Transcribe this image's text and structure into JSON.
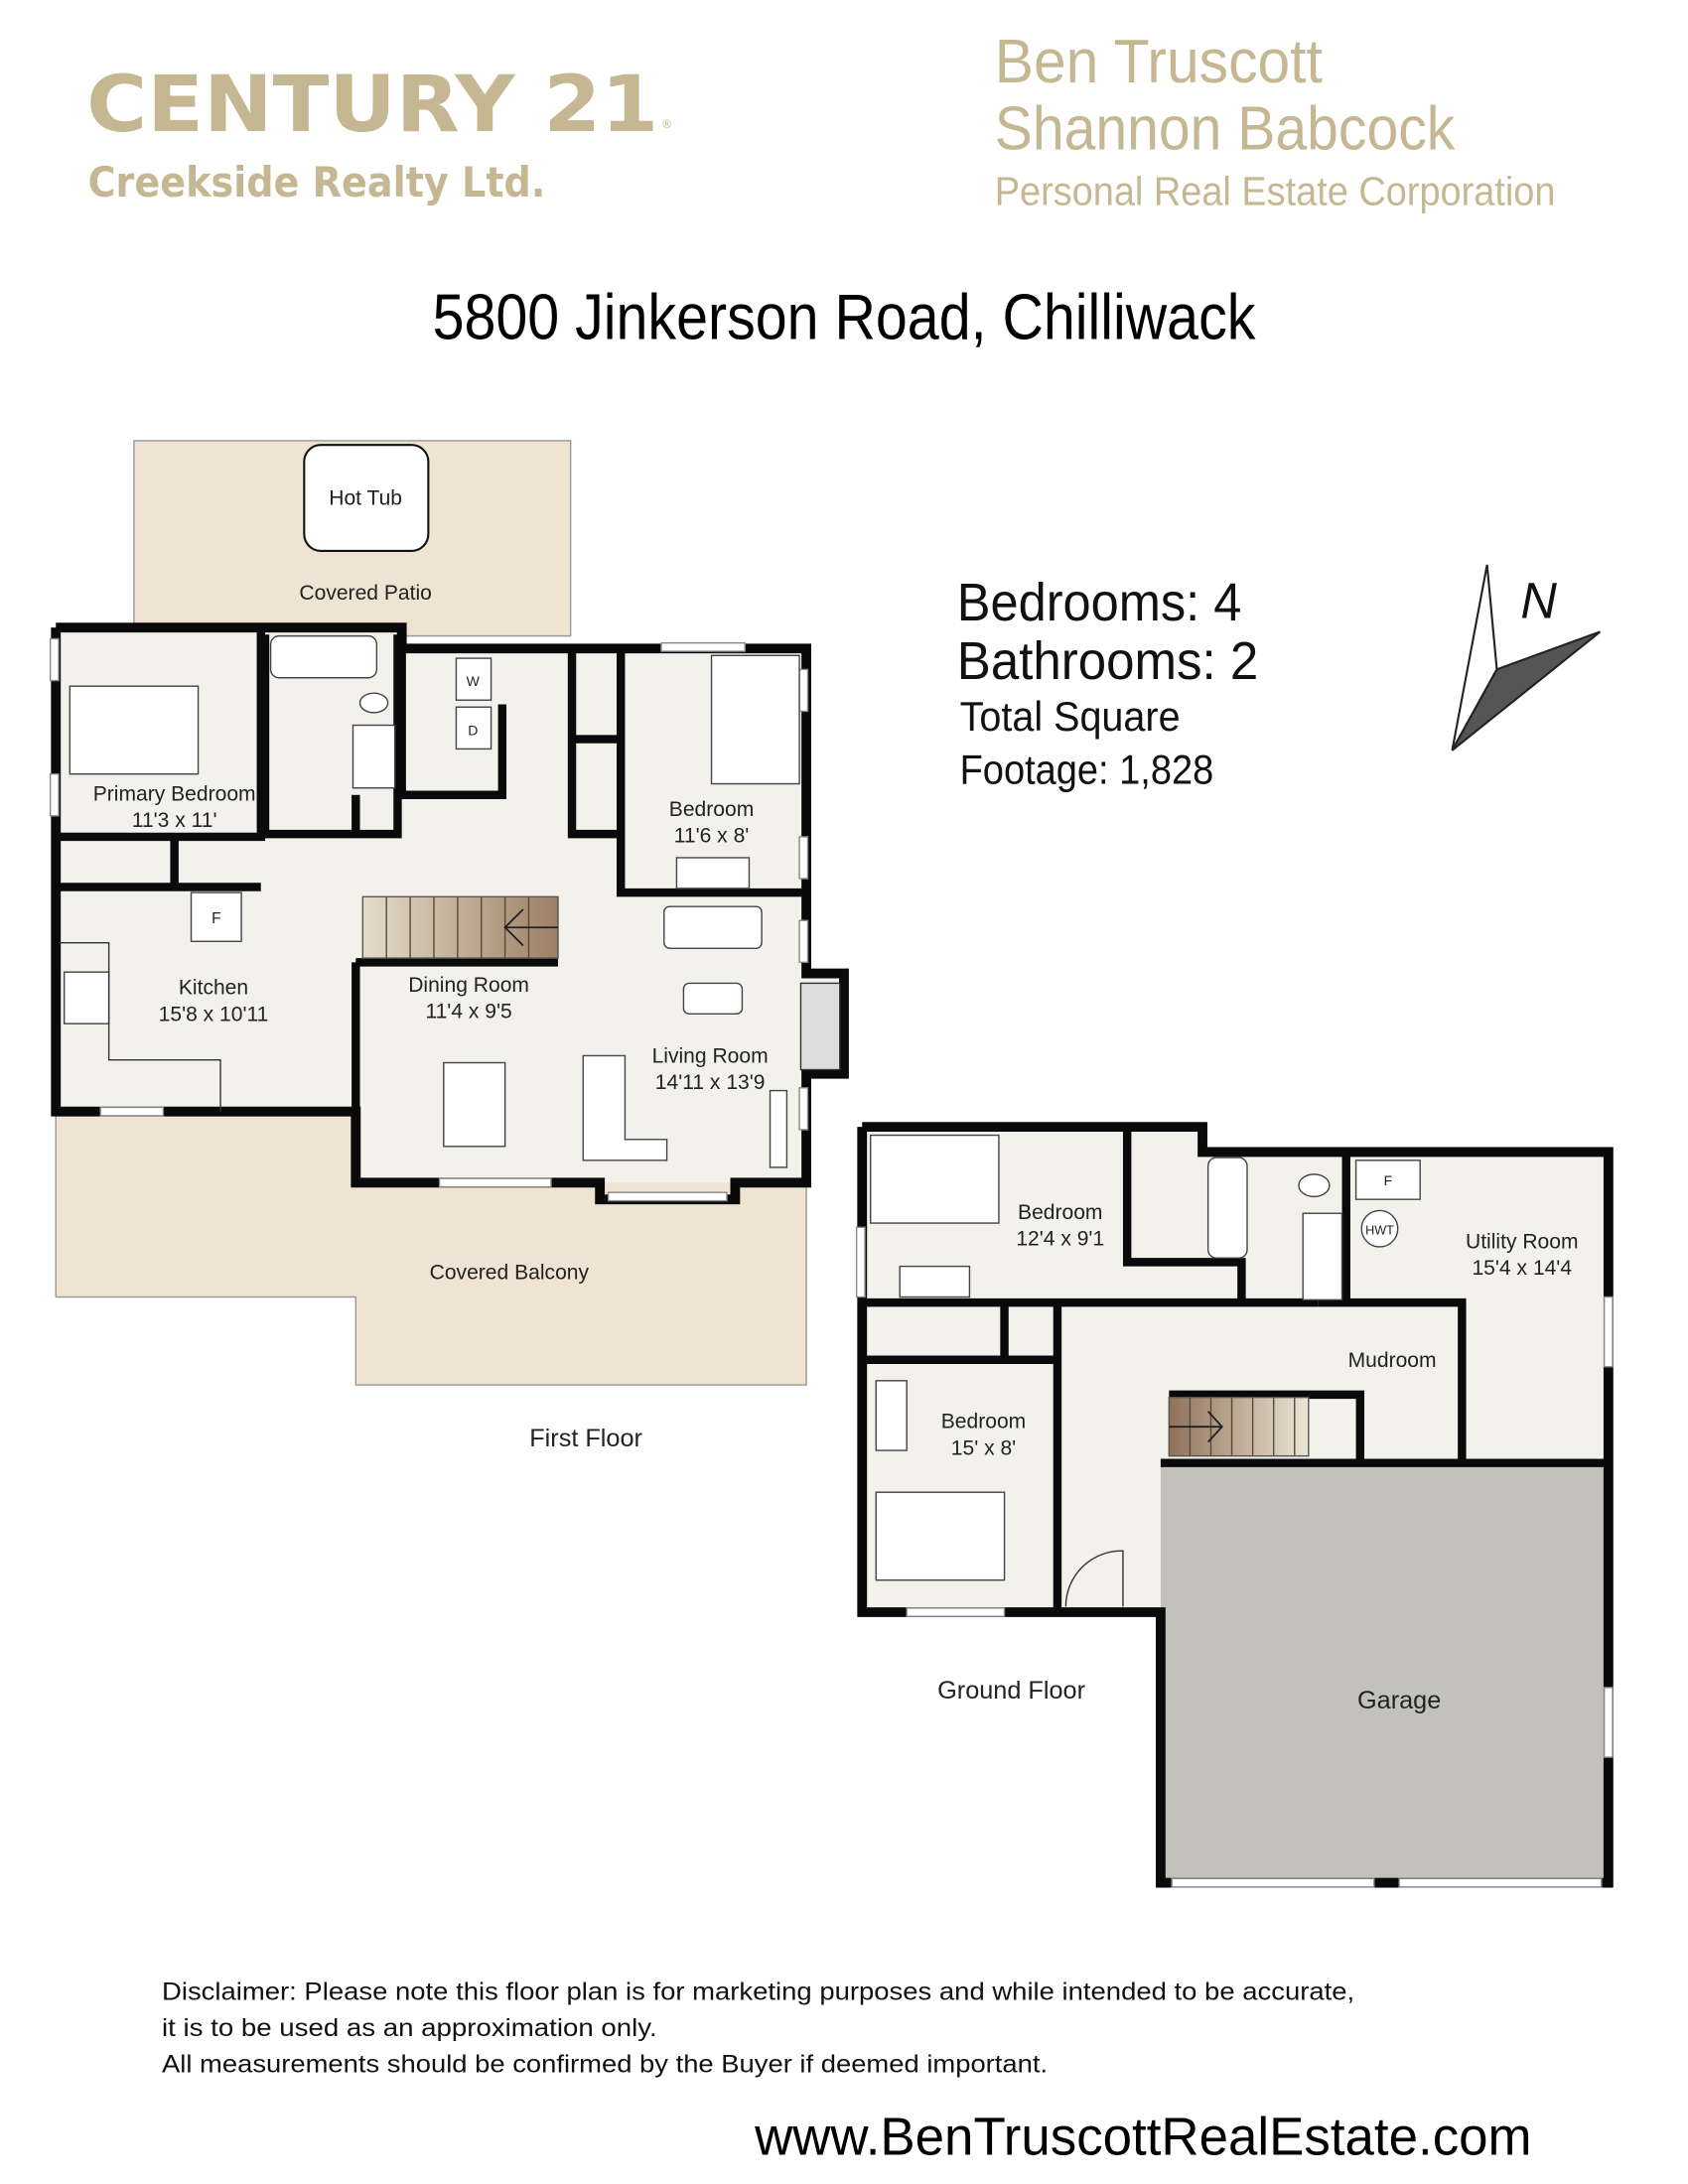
{
  "brand": {
    "logo_text": "CENTURY 21",
    "office": "Creekside Realty Ltd.",
    "color": "#c4b792"
  },
  "agents": {
    "name1": "Ben Truscott",
    "name2": "Shannon Babcock",
    "title": "Personal Real Estate Corporation"
  },
  "address": "5800 Jinkerson Road, Chilliwack",
  "stats": {
    "bedrooms": "Bedrooms: 4",
    "bathrooms": "Bathrooms: 2",
    "sqft_line1": "Total Square",
    "sqft_line2": "Footage: 1,828"
  },
  "compass": {
    "label": "N",
    "icon": "north-arrow-icon"
  },
  "first_floor": {
    "label": "First Floor",
    "hot_tub": "Hot Tub",
    "covered_patio": "Covered Patio",
    "covered_balcony": "Covered Balcony",
    "washer": "W",
    "dryer": "D",
    "fridge": "F",
    "rooms": [
      {
        "name": "Primary Bedroom",
        "size": "11'3 x 11'"
      },
      {
        "name": "Kitchen",
        "size": "15'8 x 10'11"
      },
      {
        "name": "Dining Room",
        "size": "11'4 x 9'5"
      },
      {
        "name": "Living Room",
        "size": "14'11 x 13'9"
      },
      {
        "name": "Bedroom",
        "size": "11'6 x 8'"
      }
    ]
  },
  "ground_floor": {
    "label": "Ground Floor",
    "fridge": "F",
    "hwt": "HWT",
    "rooms": [
      {
        "name": "Bedroom",
        "size": "12'4 x 9'1"
      },
      {
        "name": "Bedroom",
        "size": "15' x 8'"
      },
      {
        "name": "Utility Room",
        "size": "15'4 x 14'4"
      },
      {
        "name": "Mudroom"
      },
      {
        "name": "Garage"
      }
    ]
  },
  "disclaimer": {
    "line1": "Disclaimer: Please note this floor plan is for marketing purposes and while intended to be accurate,",
    "line2": " it is to be used as an approximation only.",
    "line3": "All measurements should be confirmed by the Buyer if deemed important."
  },
  "website": "www.BenTruscottRealEstate.com"
}
